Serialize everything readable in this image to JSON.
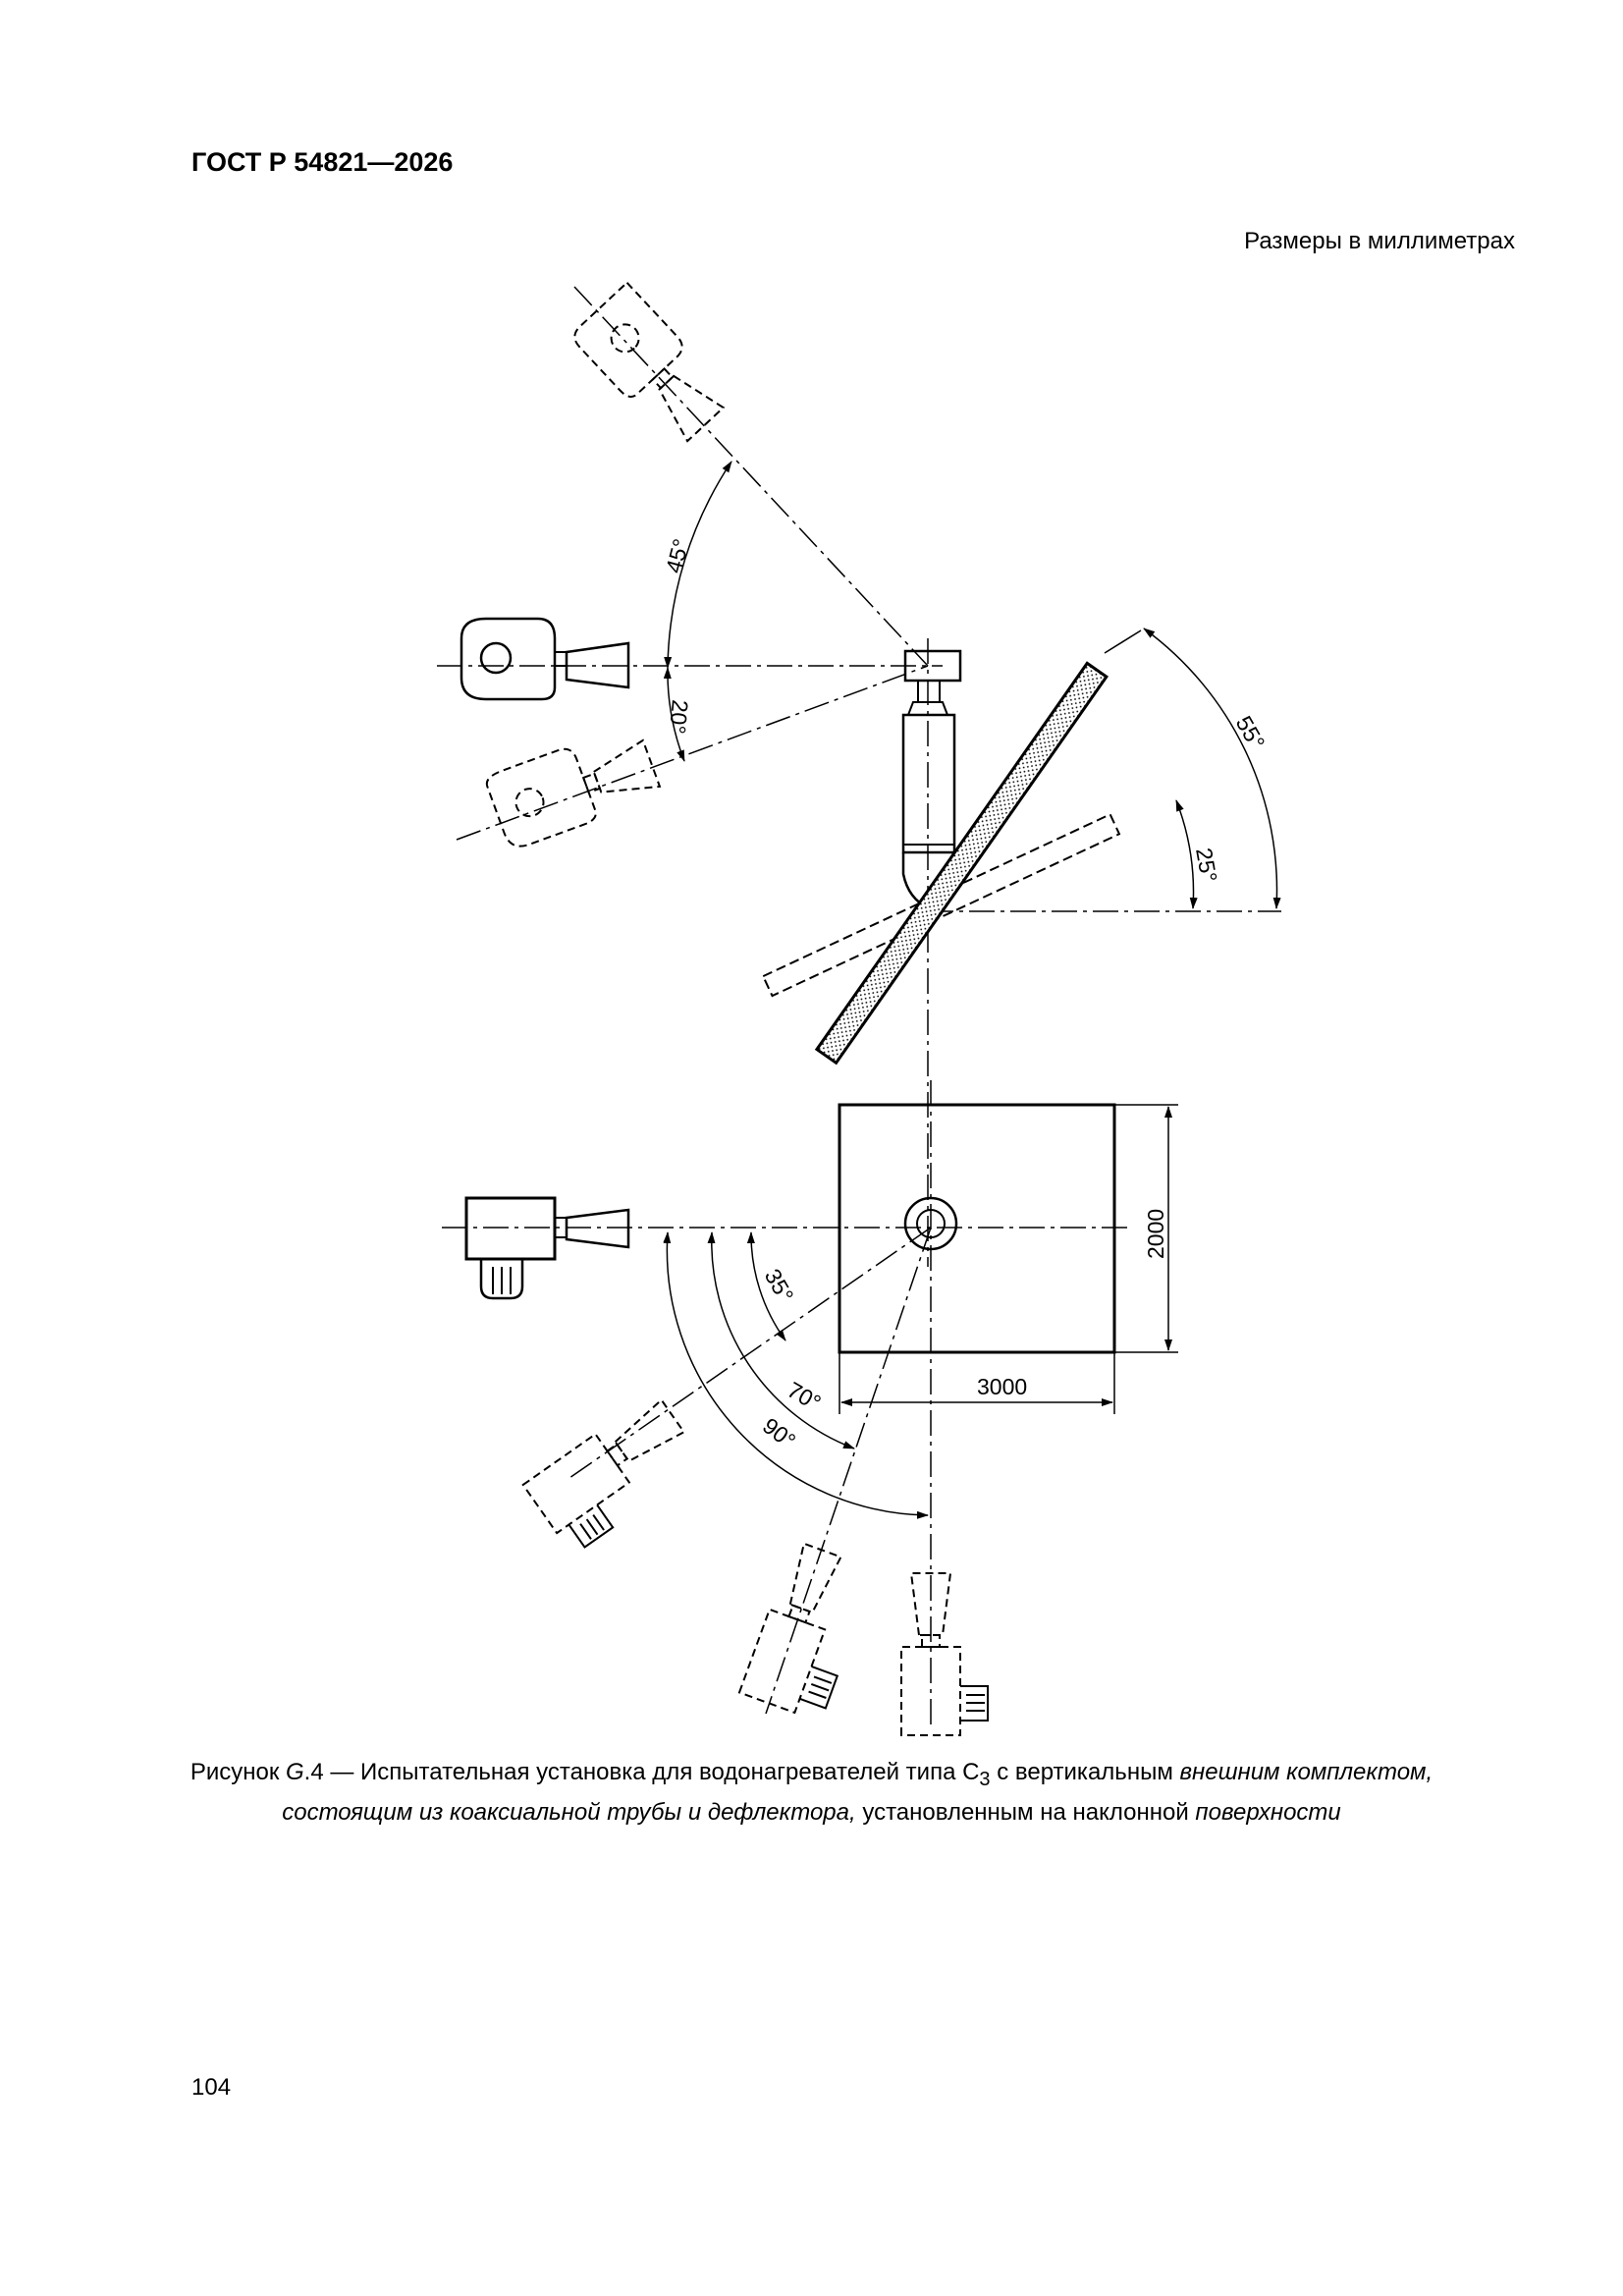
{
  "header": {
    "doc_id": "ГОСТ Р 54821—2026"
  },
  "units_note": "Размеры в миллиметрах",
  "figure": {
    "angles": {
      "a45": "45°",
      "a20": "20°",
      "a55": "55°",
      "a25": "25°",
      "a35": "35°",
      "a70": "70°",
      "a90": "90°"
    },
    "dimensions": {
      "width": "3000",
      "height": "2000"
    }
  },
  "caption": {
    "part1": "Рисунок ",
    "fig_letter": "G",
    "part2": ".4 — Испытательная установка для водонагревателей типа С",
    "subscript": "3",
    "part3": " с вертикальным ",
    "italic1": "внешним комплектом, состоящим из коаксиальной трубы и дефлектора,",
    "part4": " установленным на наклонной ",
    "italic2": "поверхности"
  },
  "page_number": "104"
}
